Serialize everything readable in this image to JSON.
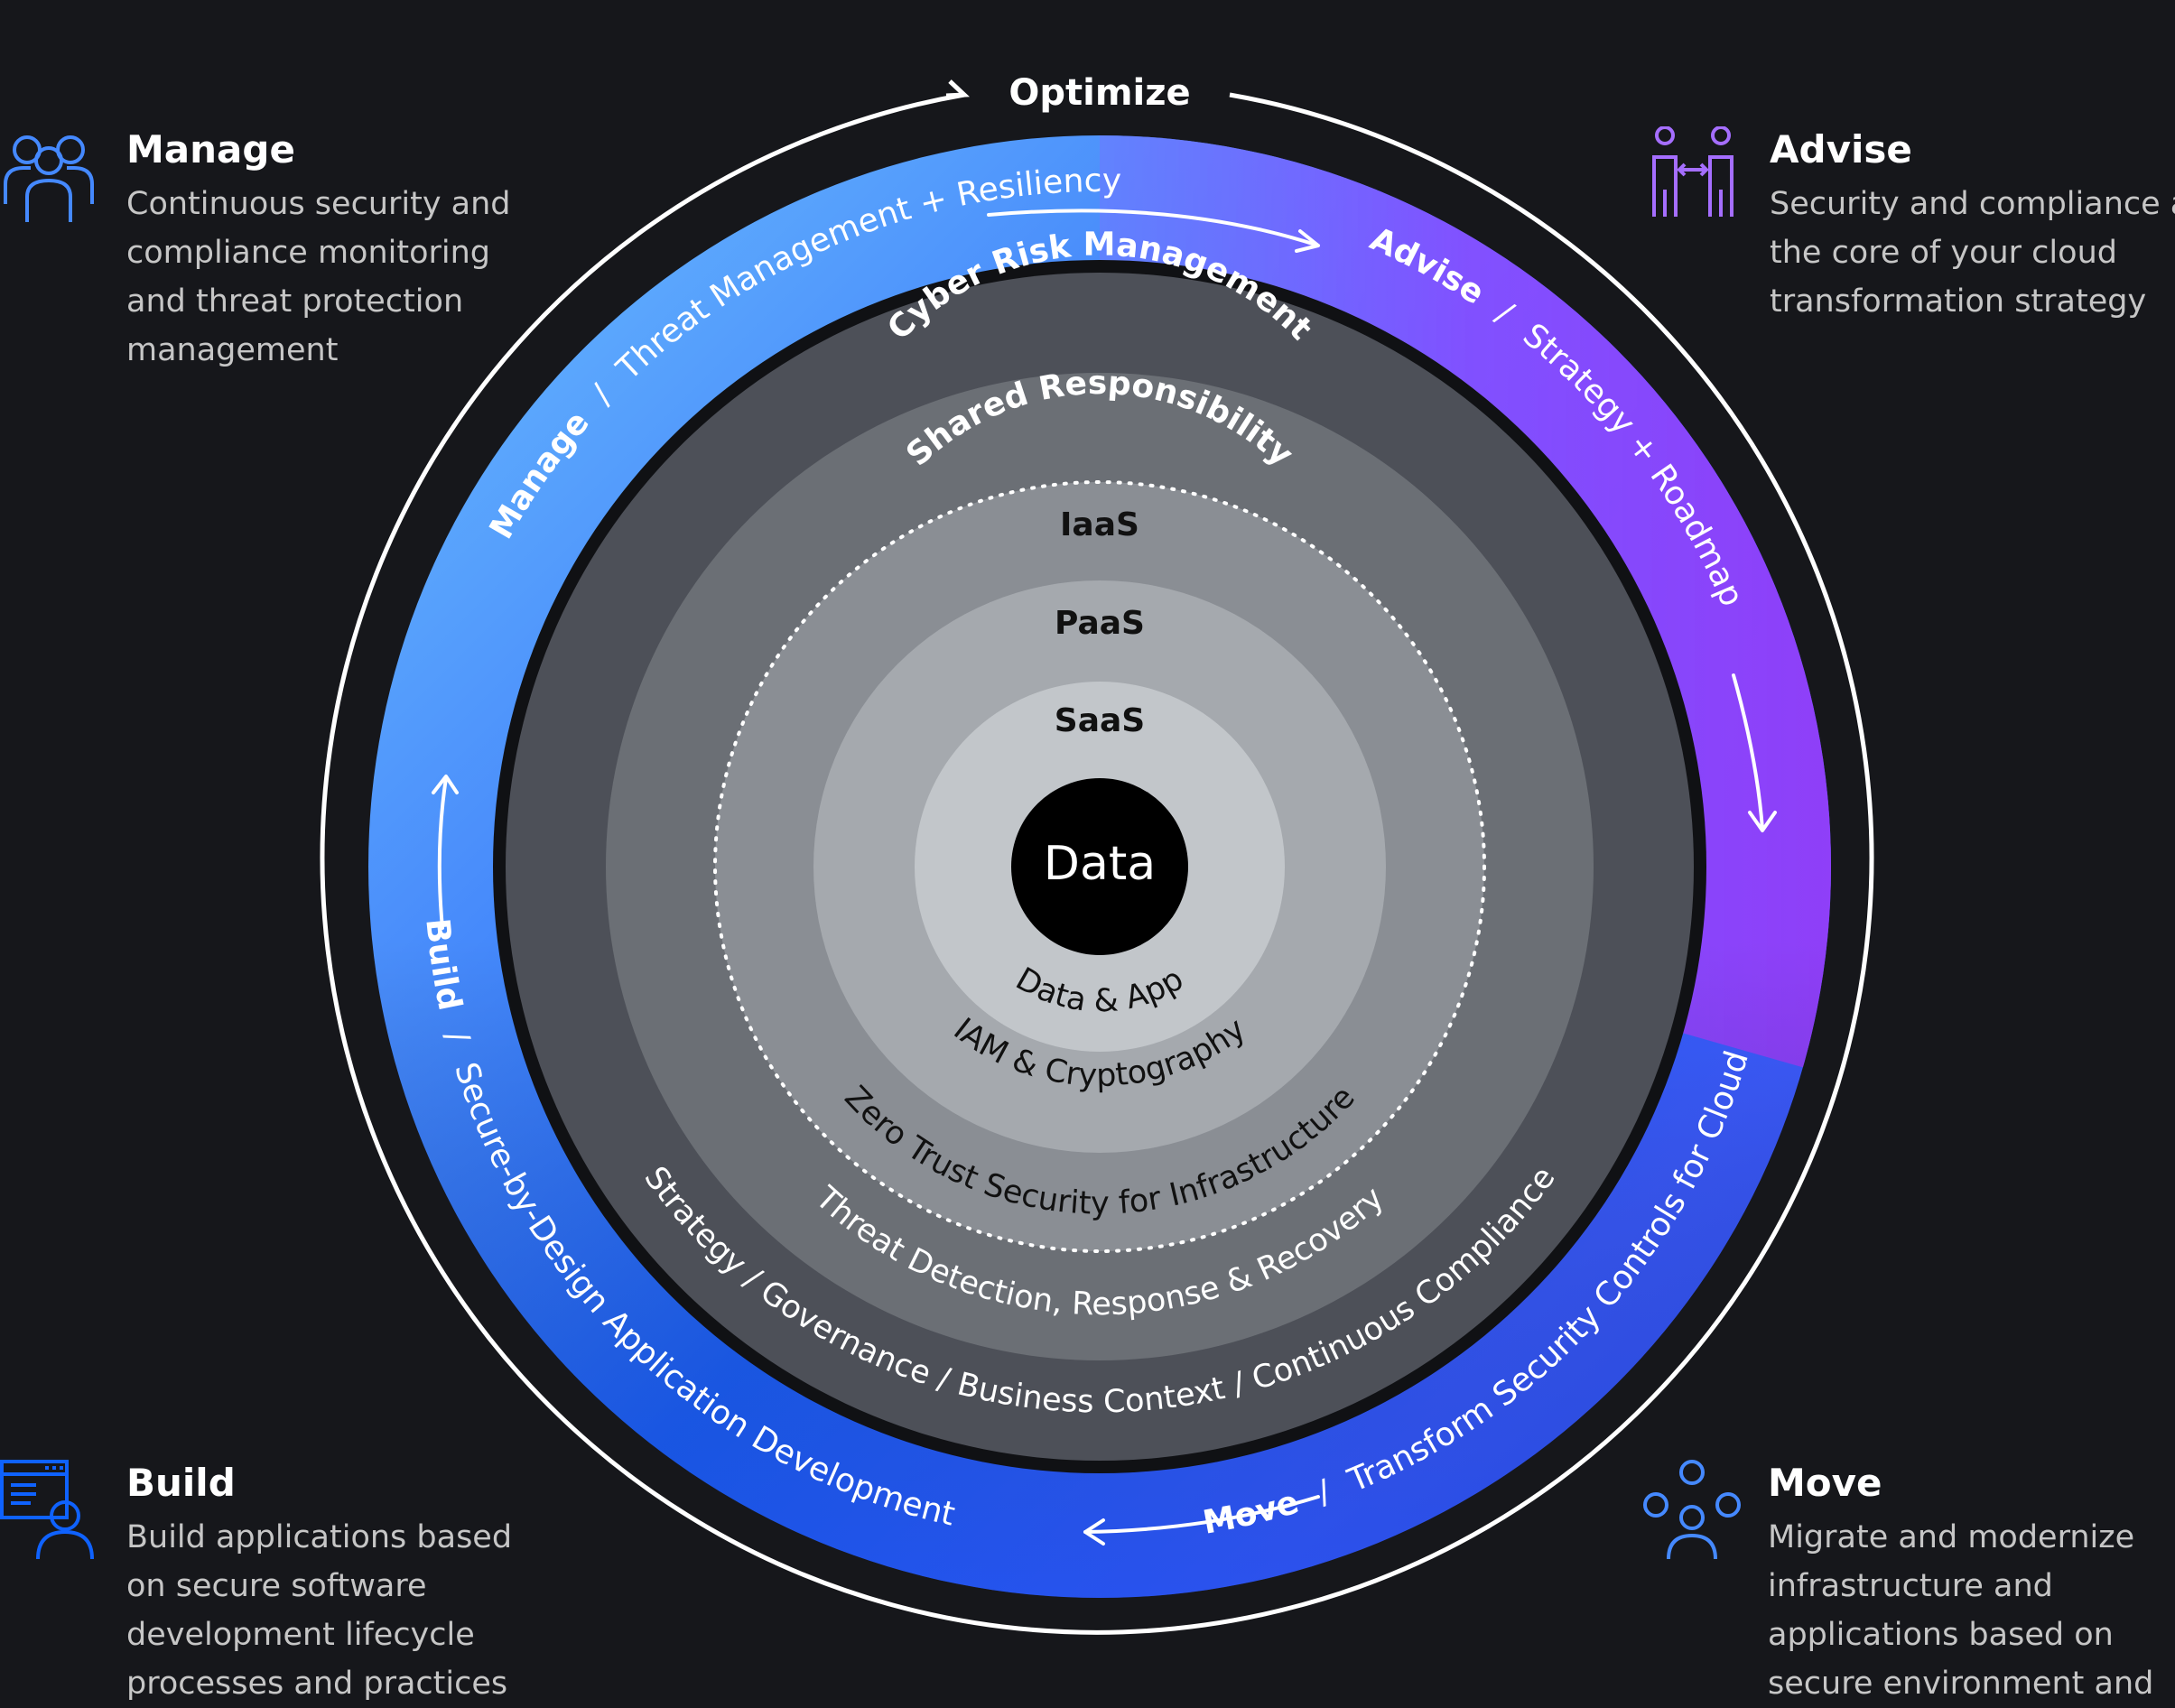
{
  "diagram": {
    "center": "Data",
    "outer_top_label": "Optimize",
    "ring_labels": {
      "cyber_risk": "Cyber Risk Management",
      "shared_responsibility": "Shared Responsibility",
      "iaas": "IaaS",
      "paas": "PaaS",
      "saas": "SaaS",
      "data_app": "Data & App",
      "iam": "IAM & Cryptography",
      "zero_trust": "Zero Trust Security for Infrastructure",
      "threat_detection": "Threat Detection, Response & Recovery",
      "strategy_governance": "Strategy / Governance / Business Context / Continuous Compliance"
    },
    "band": {
      "manage_phase": "Manage",
      "manage_text": "Threat Management + Resiliency",
      "advise_phase": "Advise",
      "advise_text": "Strategy + Roadmap",
      "move_phase": "Move",
      "move_text": "Transform Security Controls for Cloud",
      "build_phase": "Build",
      "build_text": "Secure-by-Design Application Development",
      "separator": "/"
    },
    "colors": {
      "background": "#16171b",
      "band_light_blue": "#5aaefc",
      "band_blue": "#0f62fe",
      "band_purple": "#8a3ffc",
      "ring_dark": "#4d5058",
      "ring_mid": "#6f7378",
      "ring_light": "#8d9196",
      "ring_lighter": "#a6aaaf",
      "ring_lightest": "#c1c5ca"
    }
  },
  "cards": {
    "manage": {
      "title": "Manage",
      "lines": [
        "Continuous security and",
        "compliance monitoring",
        "and threat protection",
        "management"
      ],
      "icon": "team-icon",
      "icon_color": "#4589ff"
    },
    "advise": {
      "title": "Advise",
      "lines": [
        "Security and compliance at",
        "the core of your cloud",
        "transformation strategy"
      ],
      "icon": "consultation-icon",
      "icon_color": "#a56eff"
    },
    "build": {
      "title": "Build",
      "lines": [
        "Build applications based",
        "on secure software",
        "development lifecycle",
        "processes and practices"
      ],
      "icon": "developer-icon",
      "icon_color": "#0f62fe"
    },
    "move": {
      "title": "Move",
      "lines": [
        "Migrate and modernize",
        "infrastructure and",
        "applications based on",
        "secure environment and"
      ],
      "icon": "network-people-icon",
      "icon_color": "#4589ff"
    }
  }
}
